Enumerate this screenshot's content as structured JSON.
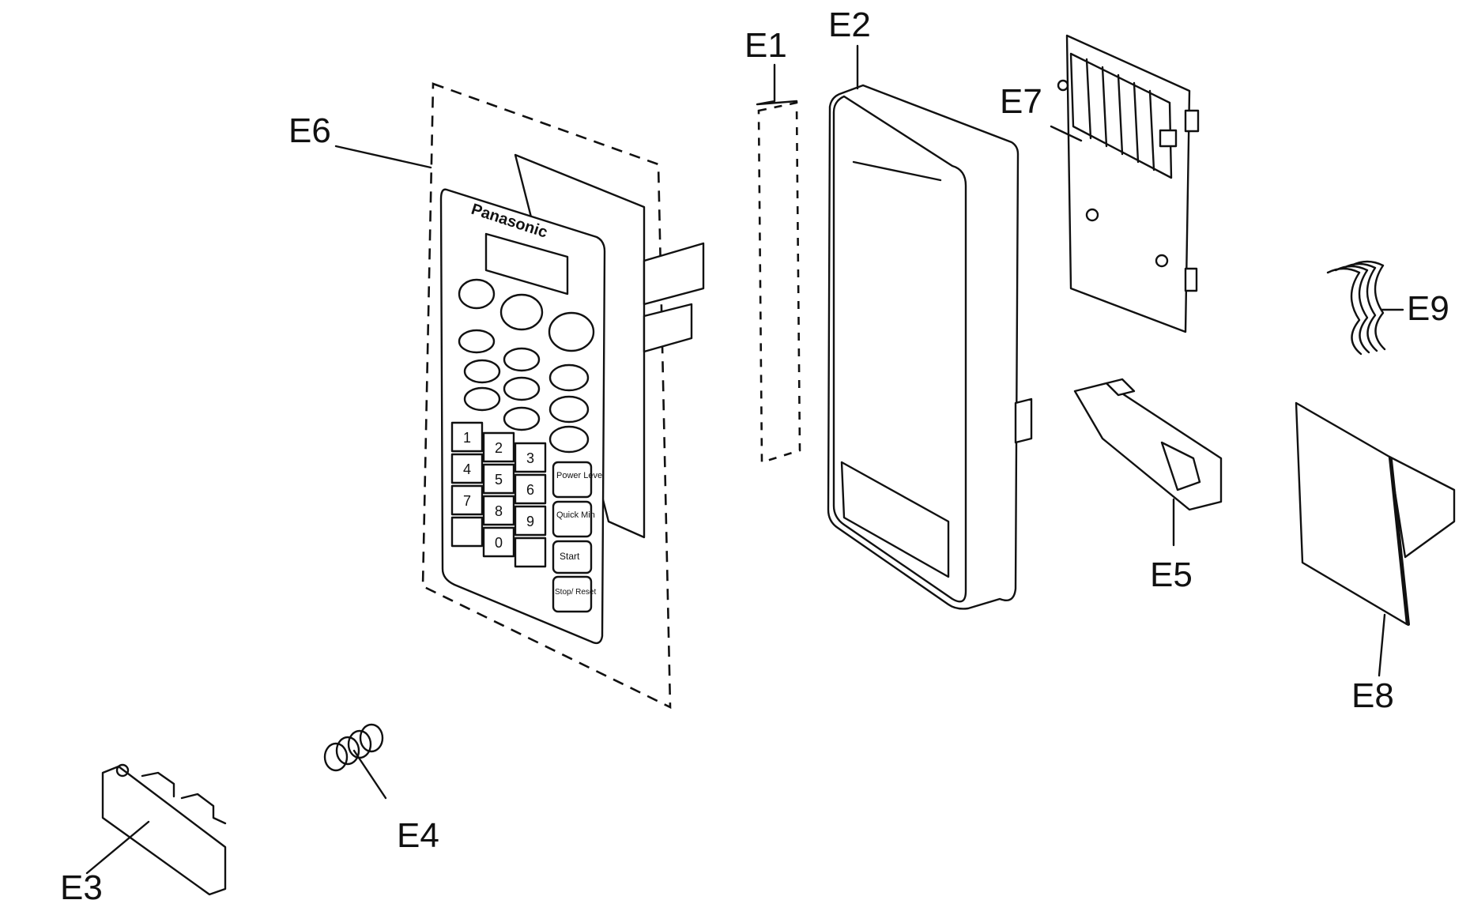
{
  "parts": [
    {
      "id": "E1",
      "label": "E1"
    },
    {
      "id": "E2",
      "label": "E2"
    },
    {
      "id": "E3",
      "label": "E3"
    },
    {
      "id": "E4",
      "label": "E4"
    },
    {
      "id": "E5",
      "label": "E5"
    },
    {
      "id": "E6",
      "label": "E6"
    },
    {
      "id": "E7",
      "label": "E7"
    },
    {
      "id": "E8",
      "label": "E8"
    },
    {
      "id": "E9",
      "label": "E9"
    }
  ],
  "control_panel": {
    "brand": "Panasonic",
    "keypad_digits": [
      "1",
      "2",
      "3",
      "4",
      "5",
      "6",
      "7",
      "8",
      "9",
      "0"
    ],
    "function_keys": [
      "Power Level",
      "Quick Min",
      "Start",
      "Stop/ Reset"
    ]
  },
  "colors": {
    "ink": "#111111",
    "paper": "#ffffff"
  }
}
